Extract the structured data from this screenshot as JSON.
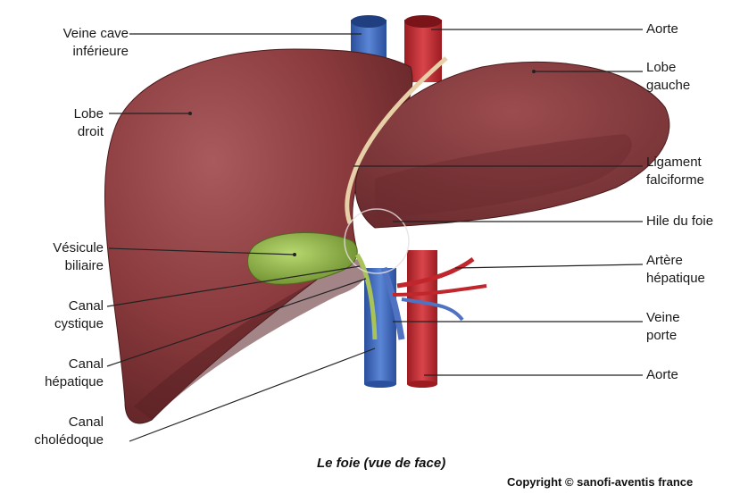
{
  "labels": {
    "veine_cave": "Veine cave\ninférieure",
    "lobe_droit": "Lobe\ndroit",
    "vesicule": "Vésicule\nbiliaire",
    "canal_cystique": "Canal\ncystique",
    "canal_hepatique": "Canal\nhépatique",
    "canal_choledoque": "Canal\ncholédoque",
    "aorte_top": "Aorte",
    "lobe_gauche": "Lobe\ngauche",
    "ligament": "Ligament\nfalciforme",
    "hile": "Hile du foie",
    "artere": "Artère\nhépatique",
    "veine_porte": "Veine\nporte",
    "aorte_bottom": "Aorte"
  },
  "caption": "Le foie (vue de face)",
  "copyright": "Copyright © sanofi-aventis france",
  "colors": {
    "liver": "#8a3a3c",
    "liver_dark": "#5e2326",
    "gallbladder": "#8fb347",
    "vein_blue": "#3a64b8",
    "artery_red": "#c0262c",
    "leader_line": "#222222"
  }
}
